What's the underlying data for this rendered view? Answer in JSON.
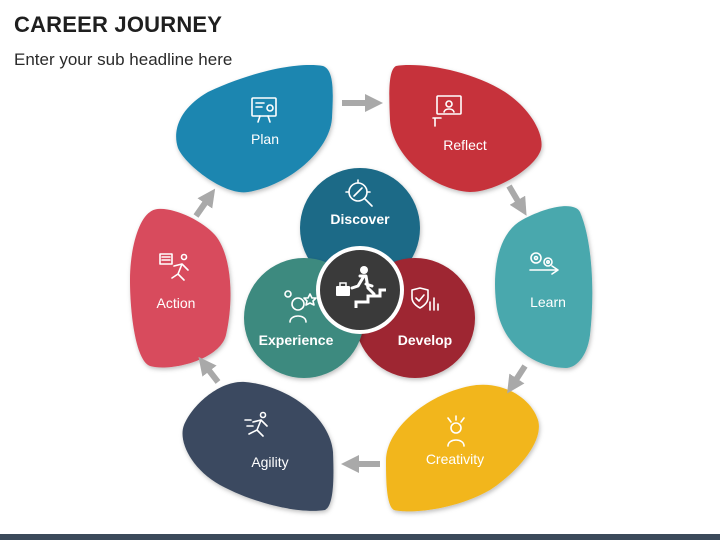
{
  "header": {
    "title": "CAREER JOURNEY",
    "subtitle": "Enter your sub headline here"
  },
  "colors": {
    "plan": "#1b86b0",
    "reflect": "#c6303a",
    "learn": "#4aa8ad",
    "creativity": "#f2b61f",
    "agility": "#3b4a60",
    "action": "#d84c5d",
    "discover": "#1c6b87",
    "experience": "#3d8a7f",
    "develop": "#9e2530",
    "center": "#3a3a3a",
    "arrow": "#a9a9a9"
  },
  "cycle": {
    "stages": [
      {
        "label": "Plan",
        "icon": "planning-board-icon"
      },
      {
        "label": "Reflect",
        "icon": "presentation-person-icon"
      },
      {
        "label": "Learn",
        "icon": "gears-process-icon"
      },
      {
        "label": "Creativity",
        "icon": "creative-person-icon"
      },
      {
        "label": "Agility",
        "icon": "running-figure-icon"
      },
      {
        "label": "Action",
        "icon": "runner-action-icon"
      }
    ]
  },
  "core": {
    "circles": [
      {
        "label": "Discover",
        "icon": "compass-magnifier-icon"
      },
      {
        "label": "Experience",
        "icon": "thinking-person-icon"
      },
      {
        "label": "Develop",
        "icon": "shield-growth-chart-icon"
      }
    ],
    "center_icon": "climbing-stairs-businessman-icon"
  }
}
